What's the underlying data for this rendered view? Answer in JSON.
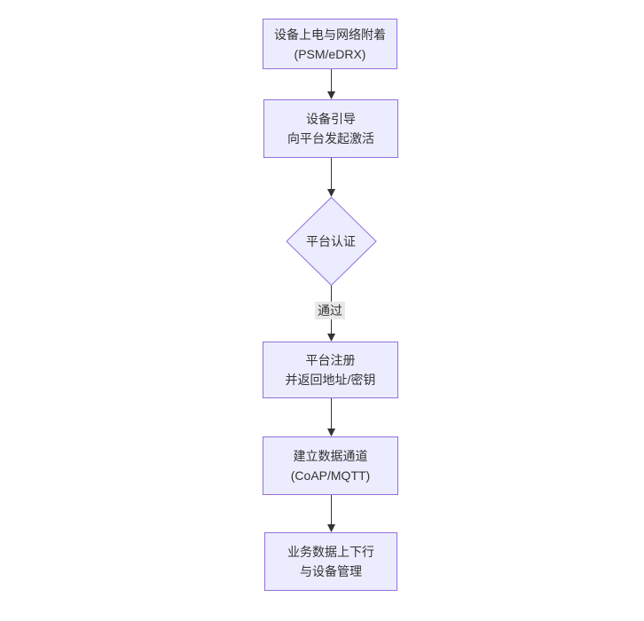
{
  "diagram": {
    "type": "flowchart",
    "direction": "top-down",
    "theme": {
      "node_fill": "#ECECFF",
      "node_border": "#9370DB",
      "edge_color": "#333333",
      "text_color": "#333333",
      "edge_label_bg": "#e8e8e8",
      "background": "#ffffff"
    },
    "nodes": [
      {
        "id": "A",
        "shape": "rect",
        "lines": [
          "设备上电与网络附着",
          "(PSM/eDRX)"
        ]
      },
      {
        "id": "B",
        "shape": "rect",
        "lines": [
          "设备引导",
          "向平台发起激活"
        ]
      },
      {
        "id": "C",
        "shape": "diamond",
        "lines": [
          "平台认证"
        ]
      },
      {
        "id": "D",
        "shape": "rect",
        "lines": [
          "平台注册",
          "并返回地址/密钥"
        ]
      },
      {
        "id": "E",
        "shape": "rect",
        "lines": [
          "建立数据通道",
          "(CoAP/MQTT)"
        ]
      },
      {
        "id": "F",
        "shape": "rect",
        "lines": [
          "业务数据上下行",
          "与设备管理"
        ]
      }
    ],
    "edges": [
      {
        "from": "A",
        "to": "B",
        "label": ""
      },
      {
        "from": "B",
        "to": "C",
        "label": ""
      },
      {
        "from": "C",
        "to": "D",
        "label": "通过"
      },
      {
        "from": "D",
        "to": "E",
        "label": ""
      },
      {
        "from": "E",
        "to": "F",
        "label": ""
      }
    ]
  }
}
